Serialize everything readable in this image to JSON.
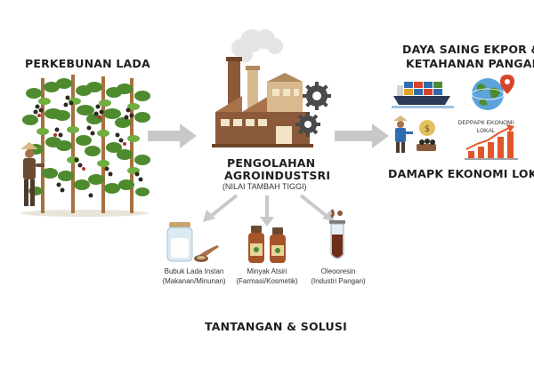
{
  "plantation": {
    "label": "PERKEBUNAN LADA"
  },
  "processing": {
    "title_line1": "PENGOLAHAN",
    "title_line2": "AGROINDUSTSRI",
    "subtitle": "(NILAI TAMBAH TIGGI)"
  },
  "competitiveness": {
    "line1": "DAYA SAING EKPOR &",
    "line2": "KETAHANAN PANGAN",
    "chart_label_line1": "DEPPAPK EKONOMI",
    "chart_label_line2": "LOKAL"
  },
  "local_impact": {
    "label": "DAMAPK EKONOMI LOKAL"
  },
  "products": [
    {
      "name": "Bubuk Lada Instan",
      "use": "(Makanan/Minunan)"
    },
    {
      "name": "Minyak Atsiri",
      "use": "(Farmasi/Kosmetik)"
    },
    {
      "name": "Oleooresin",
      "use": "(Industri Pangan)"
    }
  ],
  "challenges": {
    "label": "TANTANGAN & SOLUSI"
  },
  "colors": {
    "arrow_gray": "#c8c8c8",
    "factory_brown": "#8a5a3b",
    "factory_light": "#d9b98e",
    "leaf_green": "#4e8a2e",
    "berry_dark": "#2f2a1f",
    "gear_gray": "#4a4a4a",
    "chart_orange": "#e0562a"
  }
}
